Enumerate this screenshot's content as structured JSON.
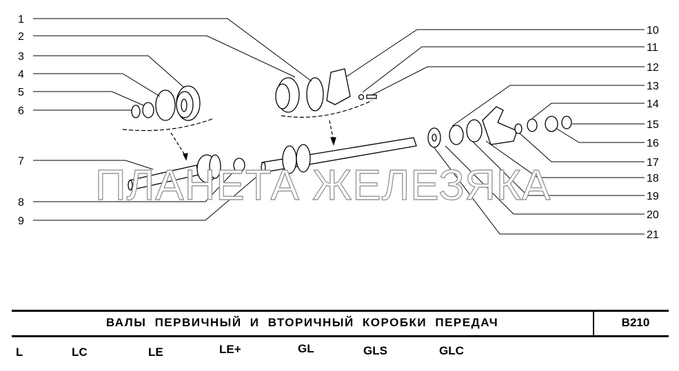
{
  "watermark": "ПЛАНЕТА ЖЕЛЕЗЯКА",
  "callouts_left": [
    "1",
    "2",
    "3",
    "4",
    "5",
    "6",
    "7",
    "8",
    "9"
  ],
  "callouts_right": [
    "10",
    "11",
    "12",
    "13",
    "14",
    "15",
    "16",
    "17",
    "18",
    "19",
    "20",
    "21"
  ],
  "title": "ВАЛЫ ПЕРВИЧНЫЙ И ВТОРИЧНЫЙ КОРОБКИ ПЕРЕДАЧ",
  "code": "B210",
  "variants": [
    "L",
    "LC",
    "LE",
    "LE+",
    "GL",
    "GLS",
    "GLC"
  ]
}
